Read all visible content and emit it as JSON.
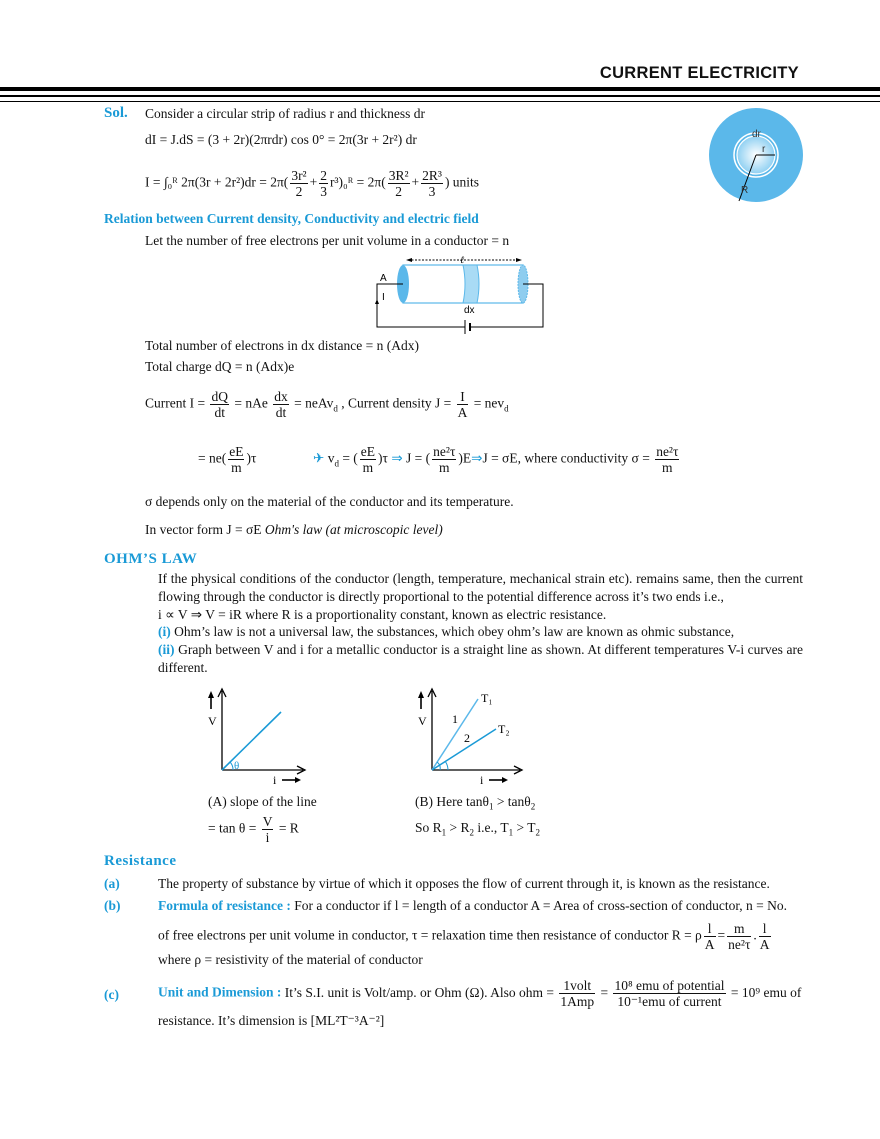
{
  "header": {
    "title": "CURRENT  ELECTRICITY"
  },
  "colors": {
    "accent": "#1a9ad6",
    "light_blue": "#5bb8ea"
  },
  "sol": {
    "label": "Sol.",
    "line1": "Consider a circular strip of radius r and thickness dr",
    "eq1": [
      "dI = J.dS = (3 + 2r)(2πrdr) cos 0° = 2π(3r + 2r²) dr"
    ],
    "eq2": [
      "I = ∫₀ᴿ 2π(3r + 2r²)dr  = 2π(",
      {
        "frac": [
          "3r²",
          "2"
        ]
      },
      "+",
      {
        "frac": [
          "2",
          "3"
        ]
      },
      "r³)₀ᴿ  = 2π(",
      {
        "frac": [
          "3R²",
          "2"
        ]
      },
      "+",
      {
        "frac": [
          "2R³",
          "3"
        ]
      },
      ")  units"
    ],
    "circle_labels": {
      "dr": "dr",
      "r": "r",
      "R": "R"
    }
  },
  "relation": {
    "heading": "Relation between Current density, Conductivity and electric field",
    "line1": "Let the number of free electrons per unit volume in a conductor = n",
    "diagram_labels": {
      "l": "ℓ",
      "A": "A",
      "I": "I",
      "dx": "dx"
    },
    "line2": "Total number of electrons in dx distance = n (Adx)",
    "line3": "Total charge dQ = n (Adx)e",
    "eq3": [
      "Current  I = ",
      {
        "frac": [
          "dQ",
          "dt"
        ]
      },
      " = nAe ",
      {
        "frac": [
          "dx",
          "dt"
        ]
      },
      "  = neAv",
      {
        "sub": "d"
      },
      "     , Current density  J = ",
      {
        "frac": [
          "I",
          "A"
        ]
      },
      "  = nev",
      {
        "sub": "d"
      }
    ],
    "eq4a": [
      "= ne(",
      {
        "frac": [
          "eE",
          "m"
        ]
      },
      ")τ"
    ],
    "eq4b": [
      {
        "arrow": "✈"
      },
      " v",
      {
        "sub": "d"
      },
      " = (",
      {
        "frac": [
          "eE",
          "m"
        ]
      },
      ")τ ",
      {
        "arrow": "⇒"
      },
      " J = (",
      {
        "frac": [
          "ne²τ",
          "m"
        ]
      },
      ")E",
      {
        "arrow": "⇒"
      },
      "J = σE,    where conductivity   σ = ",
      {
        "frac": [
          "ne²τ",
          "m"
        ]
      }
    ],
    "line4": "σ depends only on the material of the conductor and its temperature.",
    "vector_prefix": "In vector form  J = σE ",
    "vector_note": "Ohm's law (at microscopic level)"
  },
  "ohms_law": {
    "heading": "OHM’S  LAW",
    "para1": "If the physical conditions of the conductor (length, temperature, mechanical strain etc). remains same, then the current flowing through the conductor is directly proportional to the potential difference across it’s two ends i.e.,",
    "para1_eq": "i ∝ V ⇒ V = iR where R is a proportionality constant, known as electric resistance.",
    "item1_label": "(i)",
    "item1": " Ohm’s law is not a universal law, the substances, which obey ohm’s law are known as ohmic substance,",
    "item2_label": "(ii)",
    "item2": " Graph between V and i for a metallic conductor is a straight line as shown. At different temperatures V-i curves are different.",
    "graph_a": {
      "y_label": "V",
      "x_label": "i",
      "angle": "θ",
      "caption": "(A) slope of the line",
      "eq": [
        "=  tan θ = ",
        {
          "frac": [
            "V",
            "i"
          ]
        },
        " = R"
      ]
    },
    "graph_b": {
      "y_label": "V",
      "x_label": "i",
      "line1": "1",
      "line2": "2",
      "t1": "T₁",
      "t2": "T₂",
      "caption": [
        "(B) Here tanθ",
        {
          "sub": "1"
        },
        " > tanθ",
        {
          "sub": "2"
        }
      ],
      "eq": [
        "So R",
        {
          "sub": "1"
        },
        " > R",
        {
          "sub": "2"
        },
        "   i.e., T",
        {
          "sub": "1"
        },
        " > T",
        {
          "sub": "2"
        }
      ]
    }
  },
  "resistance": {
    "heading": "Resistance",
    "a_label": "(a)",
    "a_text": "The property of substance by virtue of which it opposes the flow of current through it, is known as the resistance.",
    "b_label": "(b)",
    "b_head": "Formula of resistance : ",
    "b_text": "For a conductor if l = length of a conductor A = Area of cross-section of conductor, n = No.",
    "b_line2": [
      "of free electrons per unit volume in conductor,  τ  = relaxation time then resistance of conductor  R = ρ",
      {
        "frac": [
          "l",
          "A"
        ]
      },
      "=",
      {
        "frac": [
          "m",
          "ne²τ"
        ]
      },
      ".",
      {
        "frac": [
          "l",
          "A"
        ]
      }
    ],
    "b_line3": "where ρ = resistivity of the material of conductor",
    "c_label": "(c)",
    "c_head": "Unit and Dimension : ",
    "c_eq": [
      "It’s S.I. unit is Volt/amp. or Ohm (Ω). Also ohm = ",
      {
        "frac": [
          "1volt",
          "1Amp"
        ]
      },
      " = ",
      {
        "frac": [
          "10⁸ emu of potential",
          "10⁻¹emu of current"
        ]
      },
      " = 10⁹ emu of"
    ],
    "c_line2": "resistance. It’s dimension is [ML²T⁻³A⁻²]"
  }
}
